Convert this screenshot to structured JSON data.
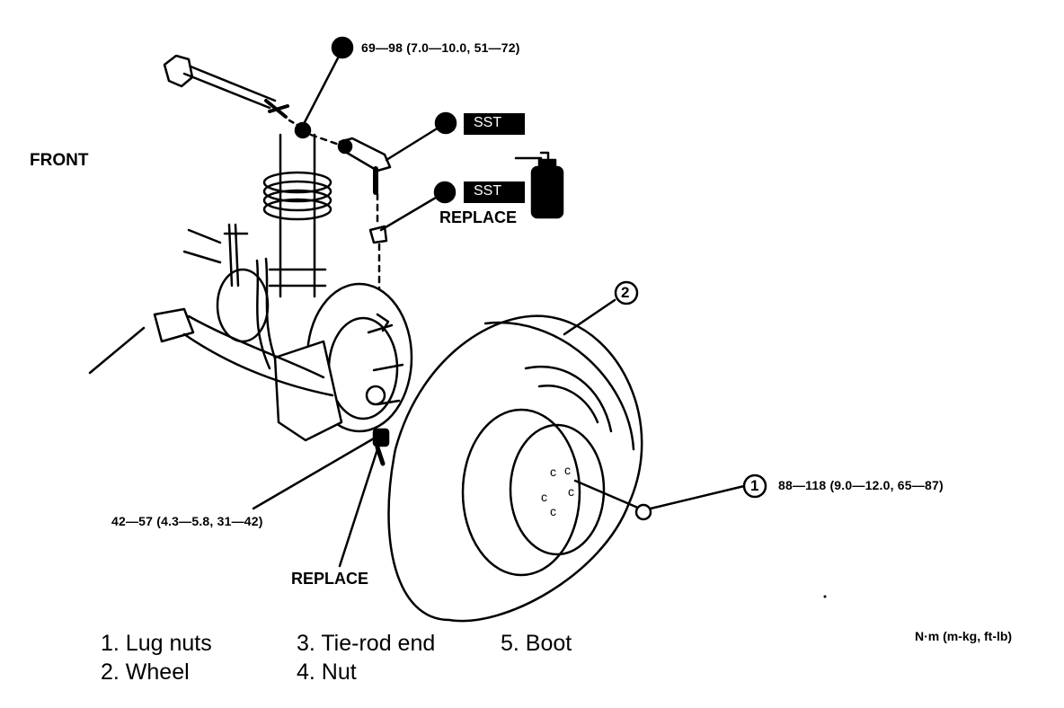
{
  "labels": {
    "front": "FRONT",
    "torque_top": "69—98 (7.0—10.0, 51—72)",
    "torque_lug": "88—118 (9.0—12.0, 65—87)",
    "torque_nut": "42—57 (4.3—5.8, 31—42)",
    "sst_1": "SST",
    "sst_2": "SST",
    "replace_boot": "REPLACE",
    "replace_nut": "REPLACE",
    "callout_1": "1",
    "callout_2": "2",
    "units": "N·m (m-kg, ft-lb)"
  },
  "legend": {
    "item1": "1. Lug nuts",
    "item2": "2. Wheel",
    "item3": "3. Tie-rod end",
    "item4": "4. Nut",
    "item5": "5. Boot"
  }
}
